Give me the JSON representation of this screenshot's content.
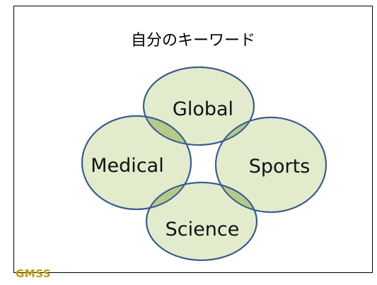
{
  "slide": {
    "title": "自分のキーワード"
  },
  "keywords": {
    "global": "Global",
    "medical": "Medical",
    "sports": "Sports",
    "science": "Science"
  },
  "colors": {
    "circle_fill": "#e2ebcc",
    "circle_stroke": "#3a5a8c",
    "overlap_fill": "#b5c98a",
    "logo": "#c29a12"
  },
  "logo": {
    "text": "GMSS"
  }
}
